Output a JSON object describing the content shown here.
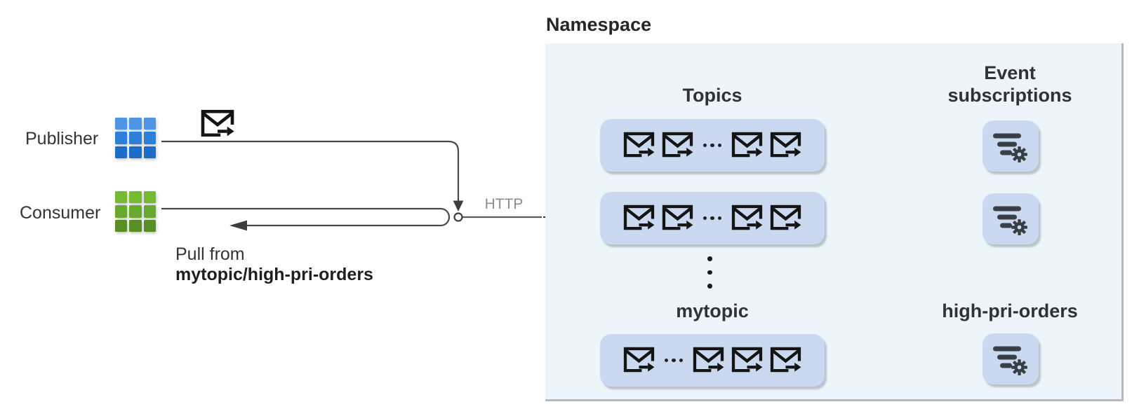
{
  "left_panel": {
    "publisher_label": "Publisher",
    "consumer_label": "Consumer",
    "pull_from_line1": "Pull from",
    "pull_from_line2": "mytopic/high-pri-orders",
    "http_label": "HTTP"
  },
  "namespace": {
    "title": "Namespace",
    "topics_heading": "Topics",
    "event_subscriptions_heading": "Event subscriptions",
    "mytopic_heading": "mytopic",
    "high_pri_orders_heading": "high-pri-orders",
    "topic_rows": [
      {
        "name": "topic-row-1",
        "items": [
          "envelope",
          "envelope",
          "dots",
          "envelope",
          "envelope"
        ]
      },
      {
        "name": "topic-row-2",
        "items": [
          "envelope",
          "envelope",
          "dots",
          "envelope",
          "envelope"
        ]
      },
      {
        "name": "topic-row-mytopic",
        "items": [
          "envelope",
          "dots",
          "envelope",
          "envelope",
          "envelope"
        ]
      }
    ],
    "subscription_icon_count": 3
  },
  "icons": {
    "publisher_app_icon": "blue-grid-icon",
    "consumer_app_icon": "green-grid-icon",
    "message_icon": "envelope-arrow-icon",
    "subscription_icon": "filter-gear-icon",
    "endpoint_marker": "circle-endpoint-icon"
  },
  "colors": {
    "namespace_bg": "#EDF5FA",
    "tile_bg": "#CBD9F0",
    "line": "#4A4A4A",
    "dash": "#333333",
    "icon_glyph": "#3A3F47",
    "http_text": "#8C8C8C",
    "heading_text": "#262626",
    "label_text": "#333333",
    "pub_row1": "#4E96E5",
    "pub_row2": "#2C80DA",
    "pub_row3": "#1C6DC8",
    "con_row1": "#76BA33",
    "con_row2": "#68AA2D",
    "con_row3": "#578E26"
  }
}
